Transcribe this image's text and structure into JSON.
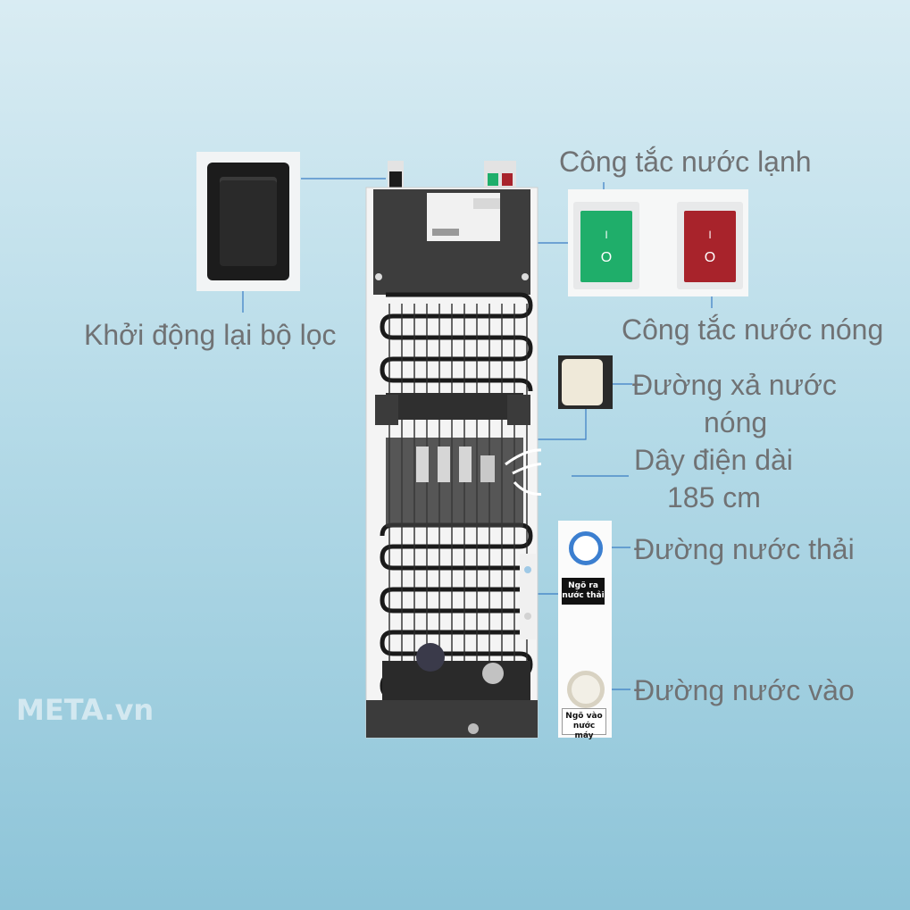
{
  "labels": {
    "cold_switch": "Công tắc nước lạnh",
    "hot_switch": "Công tắc nước nóng",
    "filter_reset": "Khởi động lại bộ lọc",
    "hot_drain_line1": "Đường xả nước",
    "hot_drain_line2": "nóng",
    "power_cord_line1": "Dây điện dài",
    "power_cord_line2": "185 cm",
    "waste_water": "Đường nước thải",
    "water_inlet": "Đường nước vào"
  },
  "tags": {
    "outlet_line1": "Ngõ ra",
    "outlet_line2": "nước thải",
    "inlet_line1": "Ngõ vào",
    "inlet_line2": "nước máy"
  },
  "switch_marks": {
    "on": "I",
    "off": "O"
  },
  "watermark": "META.vn",
  "colors": {
    "label_text": "#707274",
    "leader_line": "#3a7dc4",
    "cold_switch": "#1fae6a",
    "hot_switch": "#a8232b"
  }
}
